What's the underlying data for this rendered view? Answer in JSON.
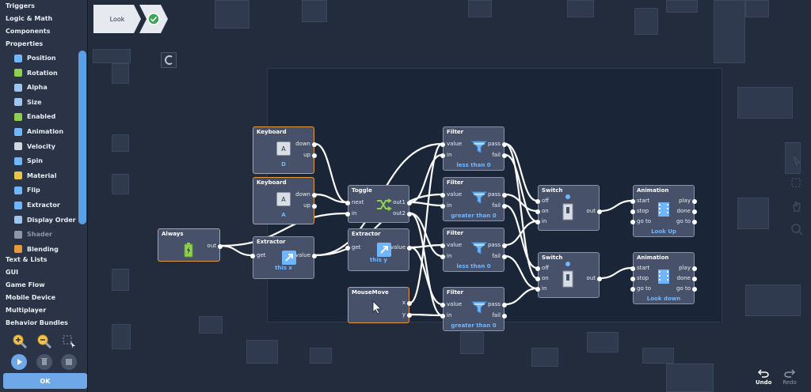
{
  "sidebar": {
    "categories_top": [
      "Triggers",
      "Logic & Math",
      "Components",
      "Properties"
    ],
    "properties": [
      {
        "label": "Position",
        "icon": "move-arrows-icon",
        "color": "#6fb6ff"
      },
      {
        "label": "Rotation",
        "icon": "rotate-icon",
        "color": "#8fd14f"
      },
      {
        "label": "Alpha",
        "icon": "alpha-icon",
        "color": "#9ec5f0"
      },
      {
        "label": "Size",
        "icon": "resize-icon",
        "color": "#9ec5f0"
      },
      {
        "label": "Enabled",
        "icon": "check-circle-icon",
        "color": "#8fd14f"
      },
      {
        "label": "Animation",
        "icon": "film-icon",
        "color": "#6fb6ff"
      },
      {
        "label": "Velocity",
        "icon": "speedometer-icon",
        "color": "#cfd6e0"
      },
      {
        "label": "Spin",
        "icon": "spin-icon",
        "color": "#6fb6ff"
      },
      {
        "label": "Material",
        "icon": "material-icon",
        "color": "#e8c64a"
      },
      {
        "label": "Flip",
        "icon": "flip-icon",
        "color": "#6fb6ff"
      },
      {
        "label": "Extractor",
        "icon": "extract-arrow-icon",
        "color": "#6fb6ff"
      },
      {
        "label": "Display Order",
        "icon": "layers-icon",
        "color": "#9ec5f0"
      },
      {
        "label": "Shader",
        "icon": "shader-icon",
        "color": "#8e97a8"
      },
      {
        "label": "Blending",
        "icon": "blend-icon",
        "color": "#e89a3b"
      }
    ],
    "categories_bottom": [
      "Text & Lists",
      "GUI",
      "Game Flow",
      "Mobile Device",
      "Multiplayer",
      "Behavior Bundles"
    ],
    "ok_label": "OK"
  },
  "breadcrumb": {
    "label": "Look"
  },
  "bottom_right": {
    "undo": "Undo",
    "redo": "Redo"
  },
  "nodes": {
    "keyboard1": {
      "title": "Keyboard",
      "key": "A",
      "ports_out": [
        "down",
        "up"
      ],
      "sub": "D"
    },
    "keyboard2": {
      "title": "Keyboard",
      "key": "A",
      "ports_out": [
        "down",
        "up"
      ],
      "sub": "A"
    },
    "always": {
      "title": "Always",
      "ports_out": [
        "out"
      ]
    },
    "extractor1": {
      "title": "Extractor",
      "ports_in": [
        "get"
      ],
      "ports_out": [
        "value"
      ],
      "sub": "this x"
    },
    "toggle": {
      "title": "Toggle",
      "ports_in": [
        "next",
        "in"
      ],
      "ports_out": [
        "out1",
        "out2"
      ]
    },
    "extractor2": {
      "title": "Extractor",
      "ports_in": [
        "get"
      ],
      "ports_out": [
        "value"
      ],
      "sub": "this y"
    },
    "mousemove": {
      "title": "MouseMove",
      "ports_out": [
        "x",
        "y"
      ]
    },
    "filter1": {
      "title": "Filter",
      "ports_in": [
        "value",
        "in"
      ],
      "ports_out": [
        "pass",
        "fail"
      ],
      "sub": "less than 0"
    },
    "filter2": {
      "title": "Filter",
      "ports_in": [
        "value",
        "in"
      ],
      "ports_out": [
        "pass",
        "fail"
      ],
      "sub": "greater than 0"
    },
    "filter3": {
      "title": "Filter",
      "ports_in": [
        "value",
        "in"
      ],
      "ports_out": [
        "pass",
        "fail"
      ],
      "sub": "less than 0"
    },
    "filter4": {
      "title": "Filter",
      "ports_in": [
        "value",
        "in"
      ],
      "ports_out": [
        "pass",
        "fail"
      ],
      "sub": "greater than 0"
    },
    "switch1": {
      "title": "Switch",
      "ports_in": [
        "off",
        "on",
        "in"
      ],
      "ports_out": [
        "out"
      ]
    },
    "switch2": {
      "title": "Switch",
      "ports_in": [
        "off",
        "on",
        "in"
      ],
      "ports_out": [
        "out"
      ]
    },
    "animation1": {
      "title": "Animation",
      "ports_in": [
        "start",
        "stop",
        "go to"
      ],
      "ports_out": [
        "play",
        "done",
        "go to"
      ],
      "sub": "Look Up"
    },
    "animation2": {
      "title": "Animation",
      "ports_in": [
        "start",
        "stop",
        "go to"
      ],
      "ports_out": [
        "play",
        "done",
        "go to"
      ],
      "sub": "Look down"
    }
  }
}
